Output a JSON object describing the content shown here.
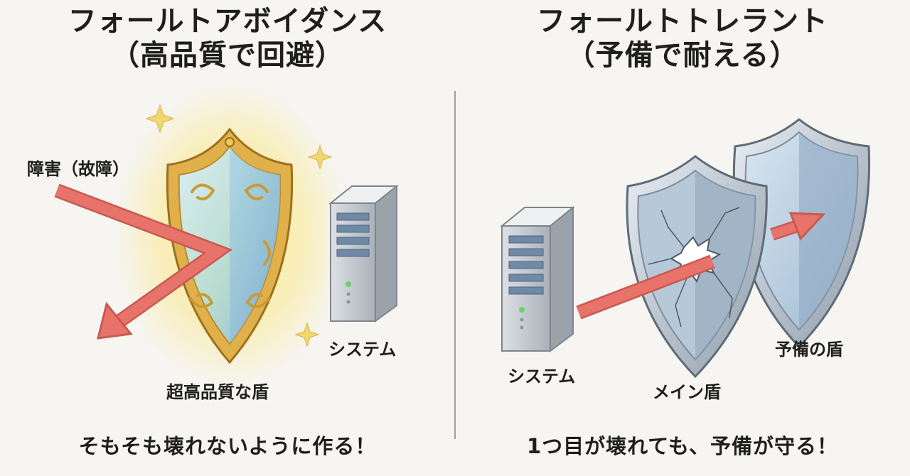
{
  "left": {
    "title": "フォールトアボイダンス",
    "subtitle": "（高品質で回避）",
    "fault_label": "障害（故障）",
    "shield_label": "超高品質な盾",
    "system_label": "システム",
    "caption": "そもそも壊れないように作る！"
  },
  "right": {
    "title": "フォールトトレラント",
    "subtitle": "（予備で耐える）",
    "system_label": "システム",
    "main_shield_label": "メイン盾",
    "spare_shield_label": "予備の盾",
    "caption": "1つ目が壊れても、予備が守る！"
  },
  "colors": {
    "arrow": "#e8736a",
    "gold_shield": "#e0b14a",
    "blue_glass": "#a9cfe0",
    "silver_shield": "#9aa8b6",
    "server": "#c9ced3"
  },
  "icons": [
    "gold-shield-icon",
    "server-icon",
    "broken-shield-icon",
    "spare-shield-icon",
    "sparkle-icon",
    "arrow-icon"
  ]
}
